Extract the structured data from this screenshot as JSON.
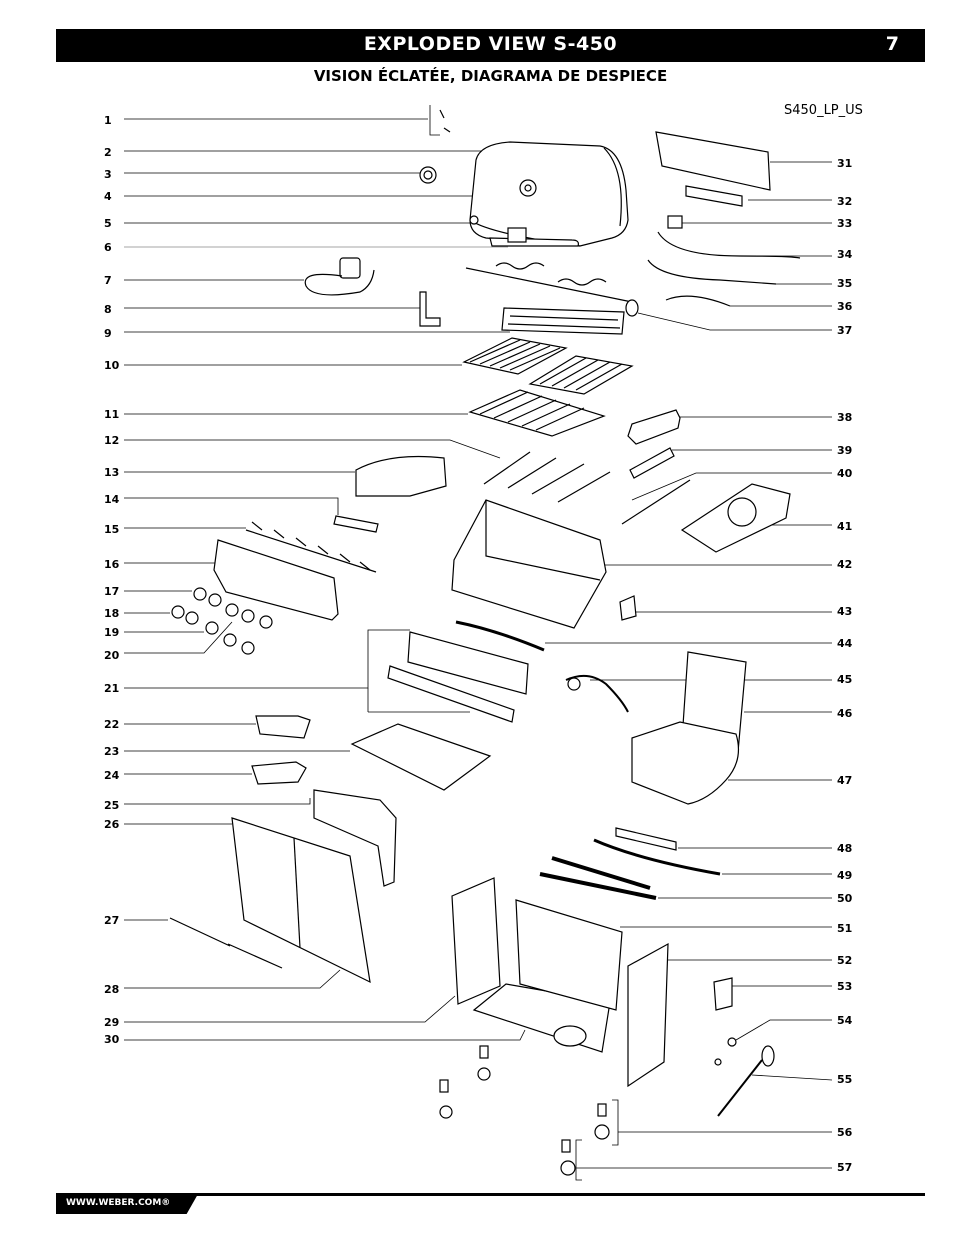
{
  "header": {
    "title": "EXPLODED VIEW  S-450",
    "page_number": "7"
  },
  "subtitle": "VISION ÉCLATÉE, DIAGRAMA DE DESPIECE",
  "model_code": "S450_LP_US",
  "callouts_left": [
    "1",
    "2",
    "3",
    "4",
    "5",
    "6",
    "7",
    "8",
    "9",
    "10",
    "11",
    "12",
    "13",
    "14",
    "15",
    "16",
    "17",
    "18",
    "19",
    "20",
    "21",
    "22",
    "23",
    "24",
    "25",
    "26",
    "27",
    "28",
    "29",
    "30"
  ],
  "callouts_right": [
    "31",
    "32",
    "33",
    "34",
    "35",
    "36",
    "37",
    "38",
    "39",
    "40",
    "41",
    "42",
    "43",
    "44",
    "45",
    "46",
    "47",
    "48",
    "49",
    "50",
    "51",
    "52",
    "53",
    "54",
    "55",
    "56",
    "57"
  ],
  "footer": {
    "url": "WWW.WEBER.COM®"
  }
}
